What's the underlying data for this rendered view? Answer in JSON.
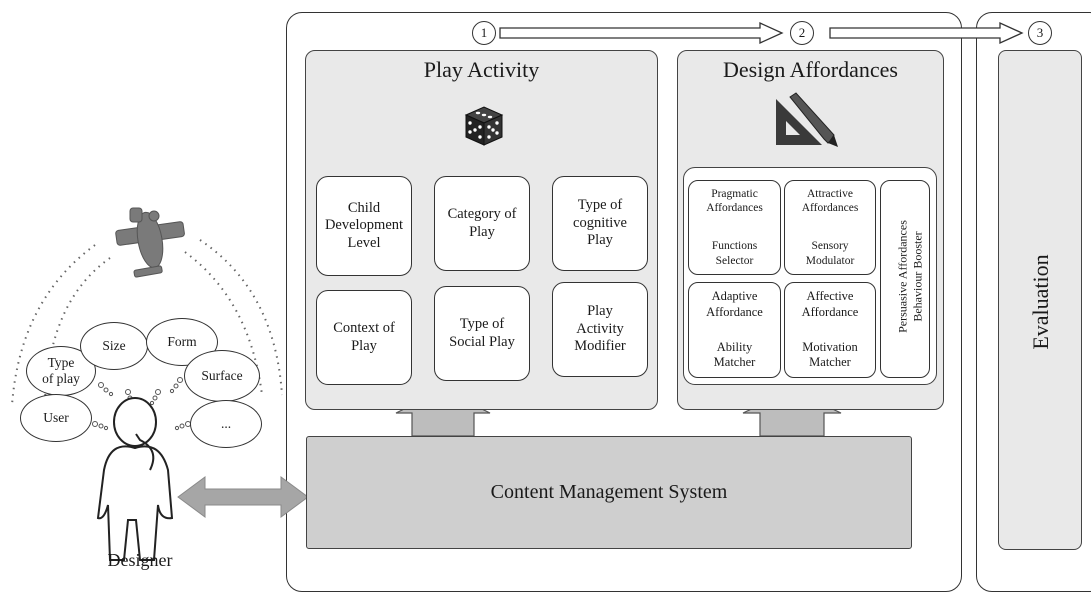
{
  "steps": [
    "1",
    "2",
    "3"
  ],
  "play_activity": {
    "title": "Play Activity",
    "icon": "dice-icon",
    "cards": [
      "Child\nDevelopment\nLevel",
      "Category of\nPlay",
      "Type of\ncognitive\nPlay",
      "Context of\nPlay",
      "Type of\nSocial Play",
      "Play\nActivity\nModifier"
    ]
  },
  "design_affordances": {
    "title": "Design Affordances",
    "icon": "drafting-tools-icon",
    "cells": [
      {
        "top": "Pragmatic\nAffordances",
        "bottom": "Functions\nSelector"
      },
      {
        "top": "Attractive\nAffordances",
        "bottom": "Sensory\nModulator"
      },
      {
        "top": "Adaptive\nAffordance",
        "bottom": "Ability\nMatcher"
      },
      {
        "top": "Affective\nAffordance",
        "bottom": "Motivation\nMatcher"
      }
    ],
    "vertical_line1": "Persuasive Affordances",
    "vertical_line2": "Behaviour Booster"
  },
  "cms": {
    "label": "Content Management System"
  },
  "evaluation": {
    "label": "Evaluation"
  },
  "designer": {
    "label": "Designer",
    "bubbles": [
      "Type\nof play",
      "Size",
      "Form",
      "Surface",
      "User",
      "..."
    ],
    "icons": [
      "airplane-icon",
      "thinking-person-icon"
    ]
  },
  "colors": {
    "panel": "#e9e9e9",
    "cms": "#cfcfcf",
    "arrow_gray": "#a6a6a6",
    "stroke": "#333333"
  }
}
